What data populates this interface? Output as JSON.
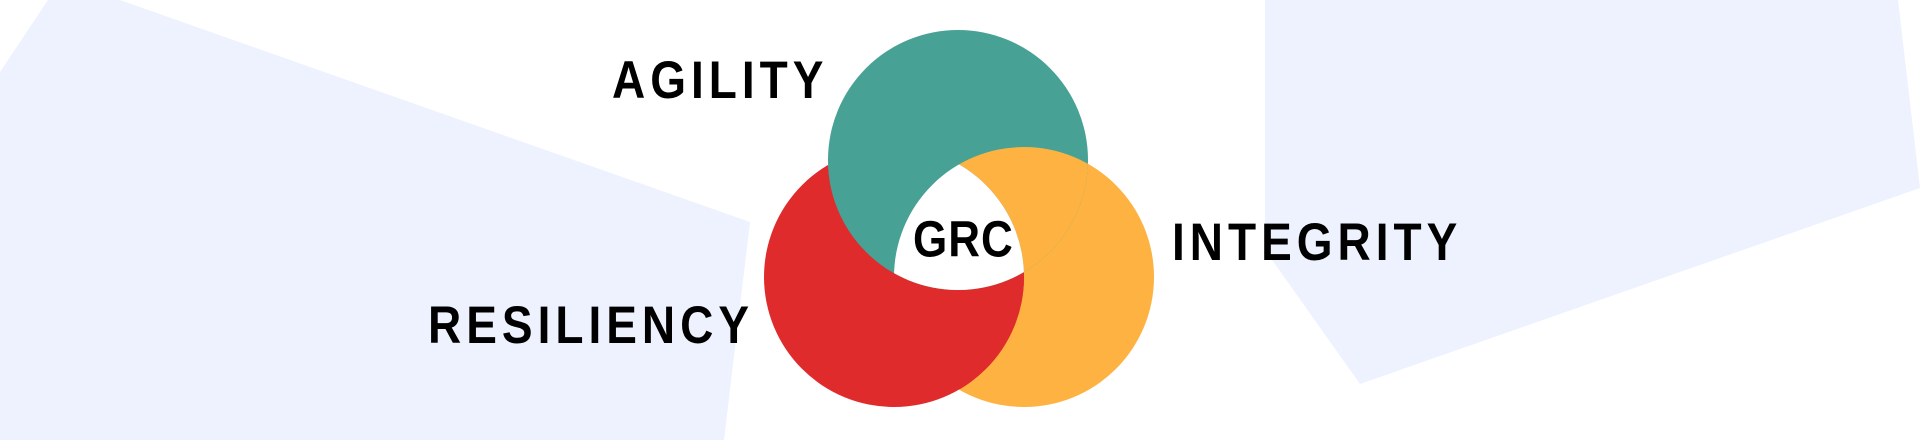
{
  "diagram": {
    "title": "GRC",
    "center_label": "GRC",
    "labels": {
      "agility": "AGILITY",
      "integrity": "INTEGRITY",
      "resiliency": "RESILIENCY"
    },
    "circles": [
      {
        "name": "agility",
        "color": "#48A195"
      },
      {
        "name": "resiliency",
        "color": "#E02B2D"
      },
      {
        "name": "integrity",
        "color": "#FDB242"
      }
    ],
    "background_shape_color": "#EDF2FE",
    "background_color": "#FFFFFF"
  }
}
